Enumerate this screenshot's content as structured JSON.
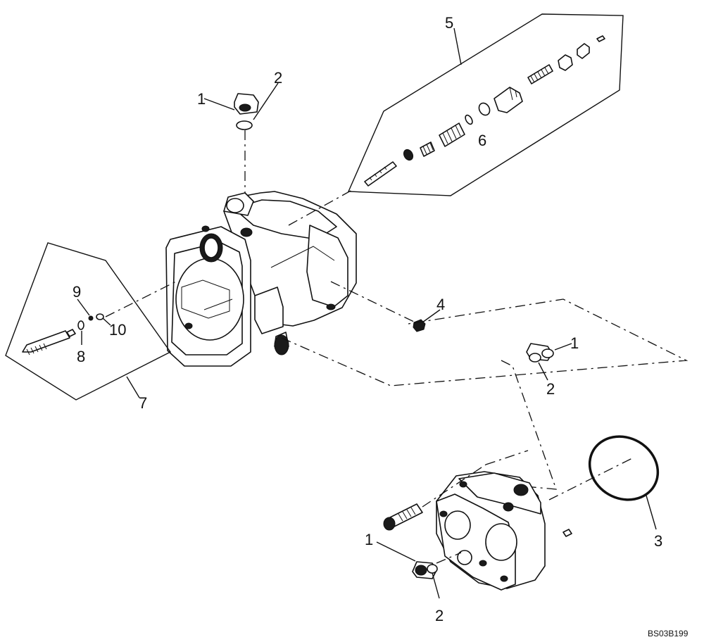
{
  "callouts": {
    "c1_top": "1",
    "c2_top": "2",
    "c5": "5",
    "c6": "6",
    "c4": "4",
    "c9": "9",
    "c10": "10",
    "c8": "8",
    "c7": "7",
    "c1_right": "1",
    "c2_right": "2",
    "c3": "3",
    "c1_bottom": "1",
    "c2_bottom": "2"
  },
  "drawing_code": "BS03B199"
}
